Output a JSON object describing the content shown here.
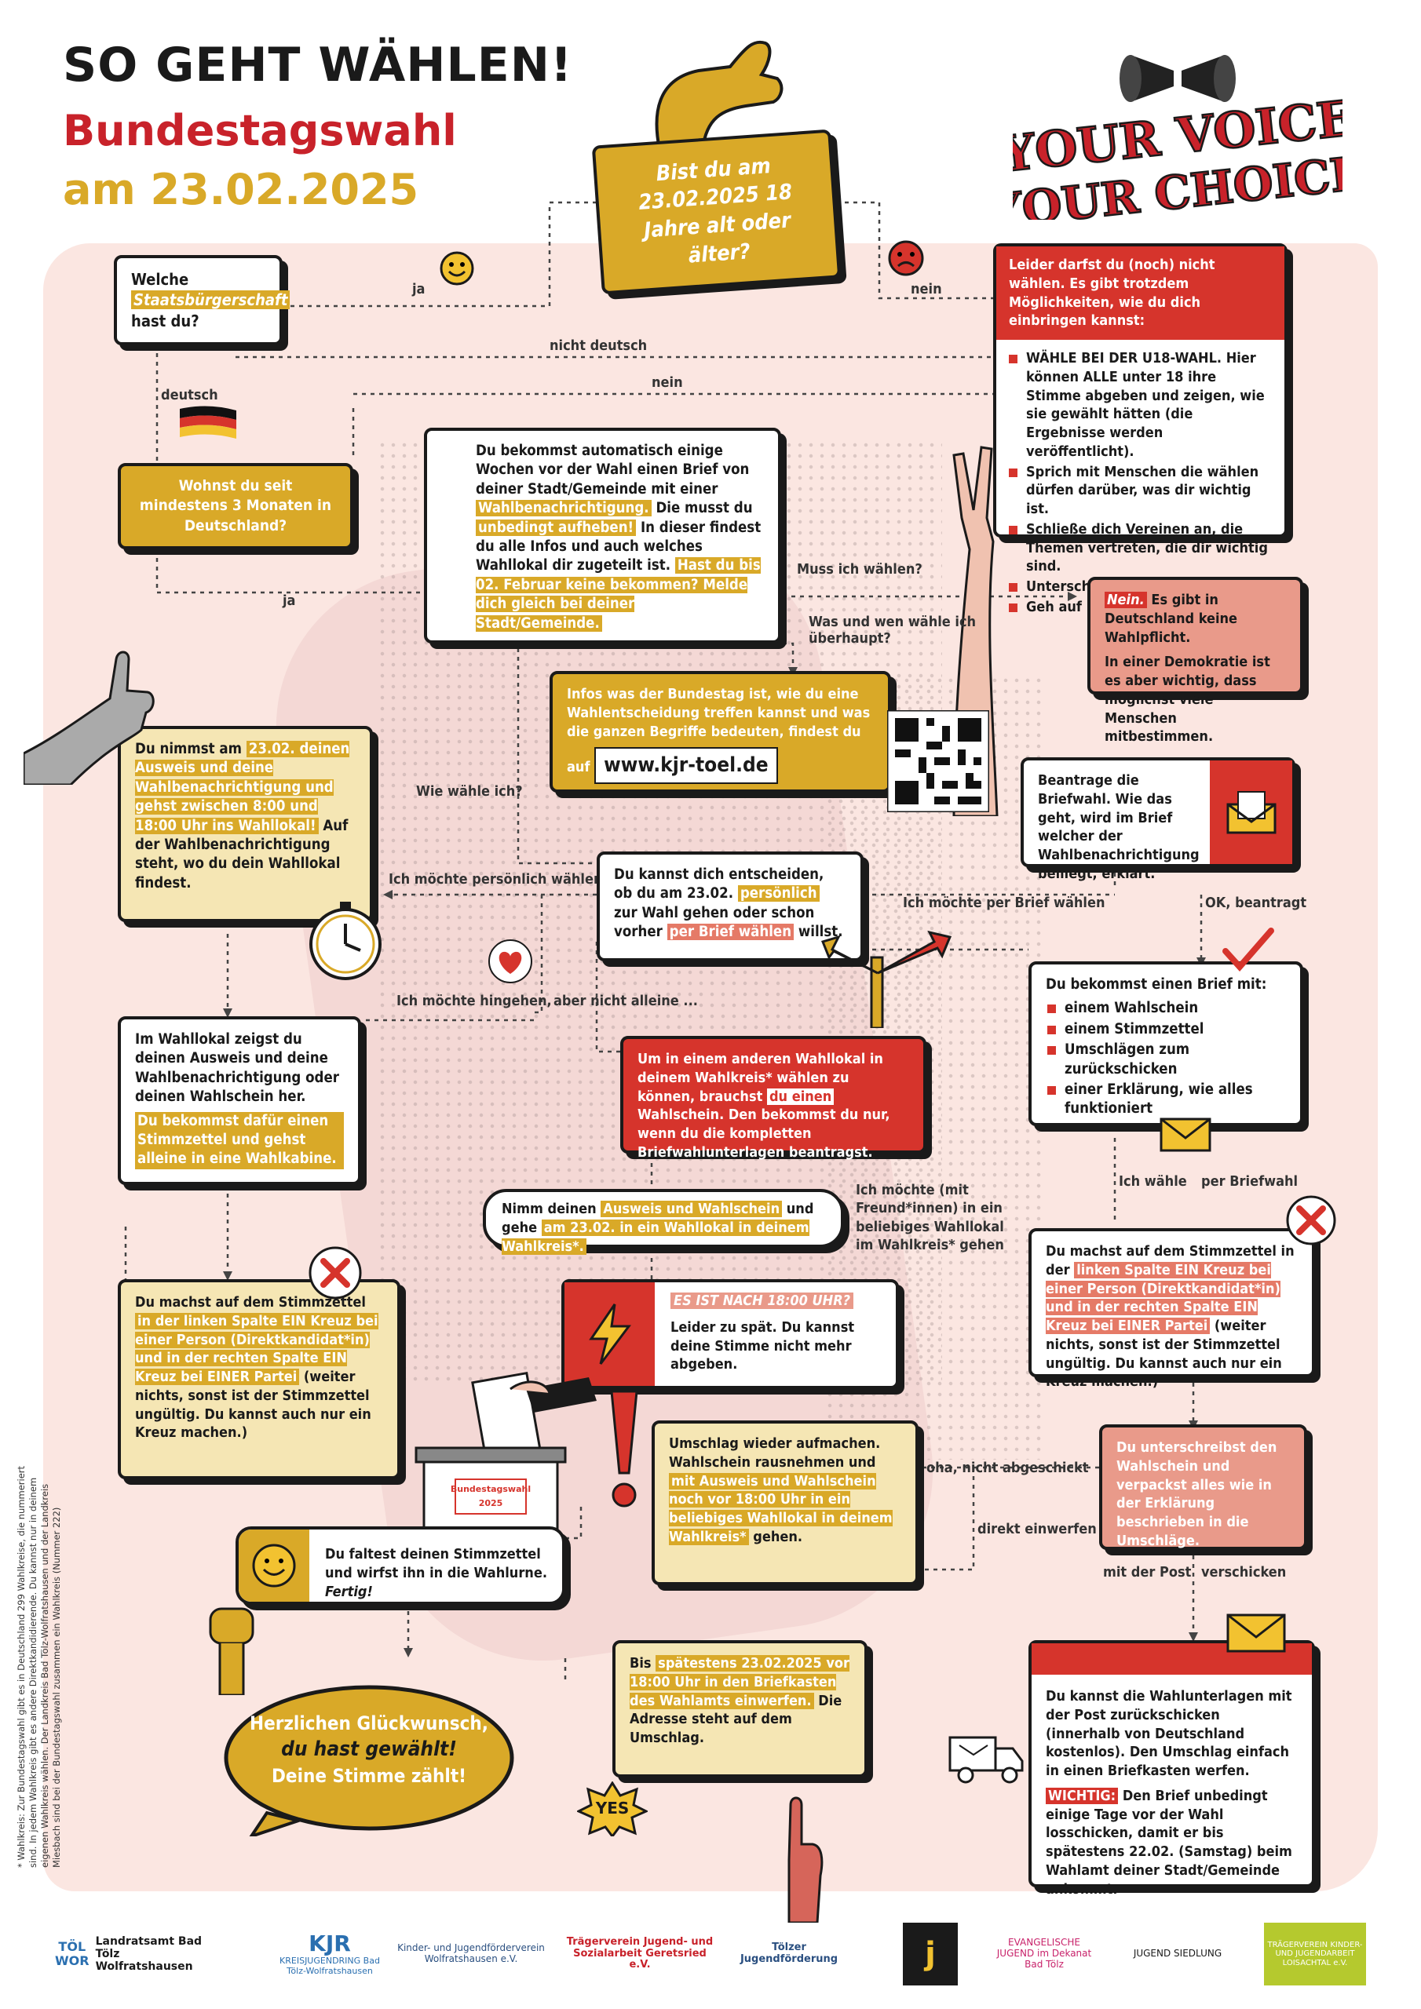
{
  "header": {
    "title": "SO GEHT WÄHLEN!",
    "subtitle": "Bundestagswahl",
    "date": "am 23.02.2025",
    "slogan_line1": "YOUR VOICE",
    "slogan_line2": "YOUR CHOICE"
  },
  "question_age": {
    "text": "Bist du am 23.02.2025 18 Jahre alt oder älter?"
  },
  "labels": {
    "ja_top": "ja",
    "nein_top": "nein",
    "nicht_deutsch": "nicht deutsch",
    "nein_mid": "nein",
    "deutsch": "deutsch",
    "ja_mid": "ja",
    "muss_ich": "Muss ich wählen?",
    "was_und_wen": "Was und wen wähle ich überhaupt?",
    "wie_waehle": "Wie wähle ich?",
    "persoenlich": "Ich möchte persönlich wählen",
    "per_brief": "Ich möchte per Brief wählen",
    "ok_beantragt": "OK, beantragt",
    "hingehen": "Ich möchte hingehen,",
    "nicht_alleine": "aber nicht alleine ...",
    "mit_freund": "Ich möchte (mit Freund*innen) in ein beliebiges Wahllokal im Wahlkreis* gehen",
    "ich_waehle": "Ich wähle",
    "per_briefwahl": "per Briefwahl",
    "oha": "oha, nicht abgeschickt",
    "direkt": "direkt einwerfen",
    "mit_der_post": "mit der Post",
    "verschicken": "verschicken"
  },
  "box_staats": {
    "pre": "Welche",
    "hl": "Staatsbürgerschaft",
    "post": "hast du?"
  },
  "box_wohnst": {
    "text": "Wohnst du seit mindestens 3 Monaten in Deutschland?"
  },
  "box_nicht_waehlen": {
    "heading": "Leider darfst du (noch) nicht wählen. Es gibt trotzdem Möglichkeiten, wie du dich einbringen kannst:",
    "items": [
      "WÄHLE BEI DER U18-WAHL. Hier können ALLE unter 18 ihre Stimme abgeben und zeigen, wie sie gewählt hätten (die Ergebnisse werden veröffentlicht).",
      "Sprich mit Menschen die wählen dürfen darüber, was dir wichtig ist.",
      "Schließe dich Vereinen an, die Themen vertreten, die dir wichtig sind.",
      "Unterschreibe Petitionen.",
      "Geh auf Demonstrationen."
    ]
  },
  "box_brief": {
    "p1": "Du bekommst automatisch einige Wochen vor der Wahl einen Brief von deiner Stadt/Gemeinde mit einer",
    "hl1": "Wahlbenachrichtigung.",
    "p2": "Die musst du",
    "hl2": "unbedingt aufheben!",
    "p3": "In dieser findest du alle Infos und auch welches Wahllokal dir zugeteilt ist.",
    "hl3": "Hast du bis 02. Februar keine bekommen? Melde dich gleich bei deiner Stadt/Gemeinde."
  },
  "box_pflicht": {
    "nein": "Nein.",
    "p1": "Es gibt in Deutschland keine Wahlpflicht.",
    "p2": "In einer Demokratie ist es aber wichtig, dass möglichst viele Menschen mitbestimmen."
  },
  "box_infos": {
    "text": "Infos was der Bundestag ist, wie du eine Wahlentscheidung treffen kannst und was die ganzen Begriffe bedeuten, findest du auf",
    "url": "www.kjr-toel.de"
  },
  "box_wahllokal": {
    "p1": "Du nimmst am",
    "hl": "23.02. deinen Ausweis und deine Wahlbenachrichtigung und gehst zwischen 8:00 und 18:00 Uhr ins Wahllokal!",
    "p2": "Auf der Wahlbenachrichtigung steht, wo du dein Wahllokal findest."
  },
  "box_briefwahl": {
    "text": "Beantrage die Briefwahl. Wie das geht, wird im Brief welcher der Wahlbenachrichtigung beiliegt, erklärt."
  },
  "box_entscheiden": {
    "p1": "Du kannst dich entscheiden, ob du am 23.02.",
    "hl1": "persönlich",
    "p2": "zur Wahl gehen oder schon vorher",
    "hl2": "per Brief wählen",
    "p3": "willst."
  },
  "box_unterlagen": {
    "heading": "Du bekommst einen Brief mit:",
    "items": [
      "einem Wahlschein",
      "einem Stimmzettel",
      "Umschlägen zum zurückschicken",
      "einer Erklärung, wie alles funktioniert"
    ]
  },
  "box_ausweis": {
    "p1": "Im Wahllokal zeigst du deinen Ausweis und deine Wahlbenachrichtigung oder deinen Wahlschein her.",
    "hl": "Du bekommst dafür einen Stimmzettel und gehst alleine in eine Wahlkabine."
  },
  "box_anderes": {
    "p1": "Um in einem anderen Wahllokal in deinem Wahlkreis* wählen zu können, brauchst",
    "hl": "du einen",
    "p2": "Wahlschein. Den bekommst du nur, wenn du die kompletten Briefwahlunterlagen beantragst."
  },
  "box_nimm": {
    "p1": "Nimm deinen",
    "hl1": "Ausweis und Wahlschein",
    "p2": "und gehe",
    "hl2": "am 23.02. in ein Wahllokal in deinem Wahlkreis*."
  },
  "box_kreuz_rechts": {
    "p1": "Du machst auf dem Stimmzettel in der",
    "hl1": "linken Spalte EIN Kreuz bei einer Person (Direktkandidat*in) und in der rechten Spalte EIN Kreuz bei EINER Partei",
    "p2": "(weiter nichts, sonst ist der Stimmzettel ungültig. Du kannst auch nur ein Kreuz machen.)"
  },
  "box_kreuz_links": {
    "p1": "Du machst auf dem Stimmzettel",
    "hl1": "in der linken Spalte EIN Kreuz bei einer Person (Direktkandidat*in) und in der rechten Spalte EIN Kreuz bei EINER Partei",
    "p2": "(weiter nichts, sonst ist der Stimmzettel ungültig. Du kannst auch nur ein Kreuz machen.)"
  },
  "box_spaet": {
    "heading": "ES IST NACH 18:00 UHR?",
    "text": "Leider zu spät. Du kannst deine Stimme nicht mehr abgeben."
  },
  "box_umschlag": {
    "p1": "Umschlag wieder aufmachen. Wahlschein rausnehmen und",
    "hl": "mit Ausweis und Wahlschein noch vor 18:00 Uhr in ein beliebiges Wahllokal in deinem Wahlkreis*",
    "p2": "gehen."
  },
  "box_unterschreibst": {
    "text": "Du unterschreibst den Wahlschein und verpackst alles wie in der Erklärung beschrieben in die Umschläge."
  },
  "box_falten": {
    "text": "Du faltest deinen Stimmzettel und wirfst ihn in die Wahlurne.",
    "fertig": "Fertig!"
  },
  "box_bis": {
    "p1": "Bis",
    "hl": "spätestens 23.02.2025 vor 18:00 Uhr in den Briefkasten des Wahlamts einwerfen.",
    "p2": "Die Adresse steht auf dem Umschlag."
  },
  "box_post": {
    "p1": "Du kannst die Wahlunterlagen mit der Post zurückschicken (innerhalb von Deutschland kostenlos). Den Umschlag einfach in einen Briefkasten werfen.",
    "wichtig": "WICHTIG:",
    "p2": "Den Brief unbedingt einige Tage vor der Wahl losschicken, damit er bis spätestens 22.02. (Samstag) beim Wahlamt deiner Stadt/Gemeinde ankommt."
  },
  "box_glueck": {
    "l1": "Herzlichen Glückwunsch,",
    "l2": "du hast gewählt!",
    "l3": "Deine Stimme zählt!"
  },
  "urne_label": "Bundestagswahl 2025",
  "yes_label": "YES",
  "footnote": "* Wahlkreis: Zur Bundestagswahl gibt es in Deutschland 299 Wahlkreise, die nummeriert sind. In jedem Wahlkreis gibt es andere Direktkandidierende. Du kannst nur in deinem eigenen Wahlkreis wählen. Der Landkreis Bad Tölz-Wolfratshausen und der Landkreis Miesbach sind bei der Bundestagswahl zusammen ein Wahlkreis (Nummer 222)",
  "logos": [
    {
      "name": "Landratsamt Bad Tölz Wolfratshausen",
      "mark": "TÖL WOR"
    },
    {
      "name": "KREISJUGENDRING Bad Tölz-Wolfratshausen",
      "mark": "KJR"
    },
    {
      "name": "Kinder- und Jugendförderverein Wolfratshausen e.V."
    },
    {
      "name": "Trägerverein Jugend- und Sozialarbeit Geretsried e.V."
    },
    {
      "name": "Tölzer Jugendförderung"
    },
    {
      "name": "",
      "mark": "j"
    },
    {
      "name": "EVANGELISCHE JUGEND im Dekanat Bad Tölz"
    },
    {
      "name": "JUGEND SIEDLUNG"
    },
    {
      "name": "TRÄGERVEREIN KINDER- UND JUGENDARBEIT LOISACHTAL e.V."
    }
  ],
  "colors": {
    "red": "#d6342c",
    "gold": "#d9a928",
    "cream": "#f5e6b4",
    "salmon": "#e99a8a",
    "dark": "#1a1a1a"
  }
}
